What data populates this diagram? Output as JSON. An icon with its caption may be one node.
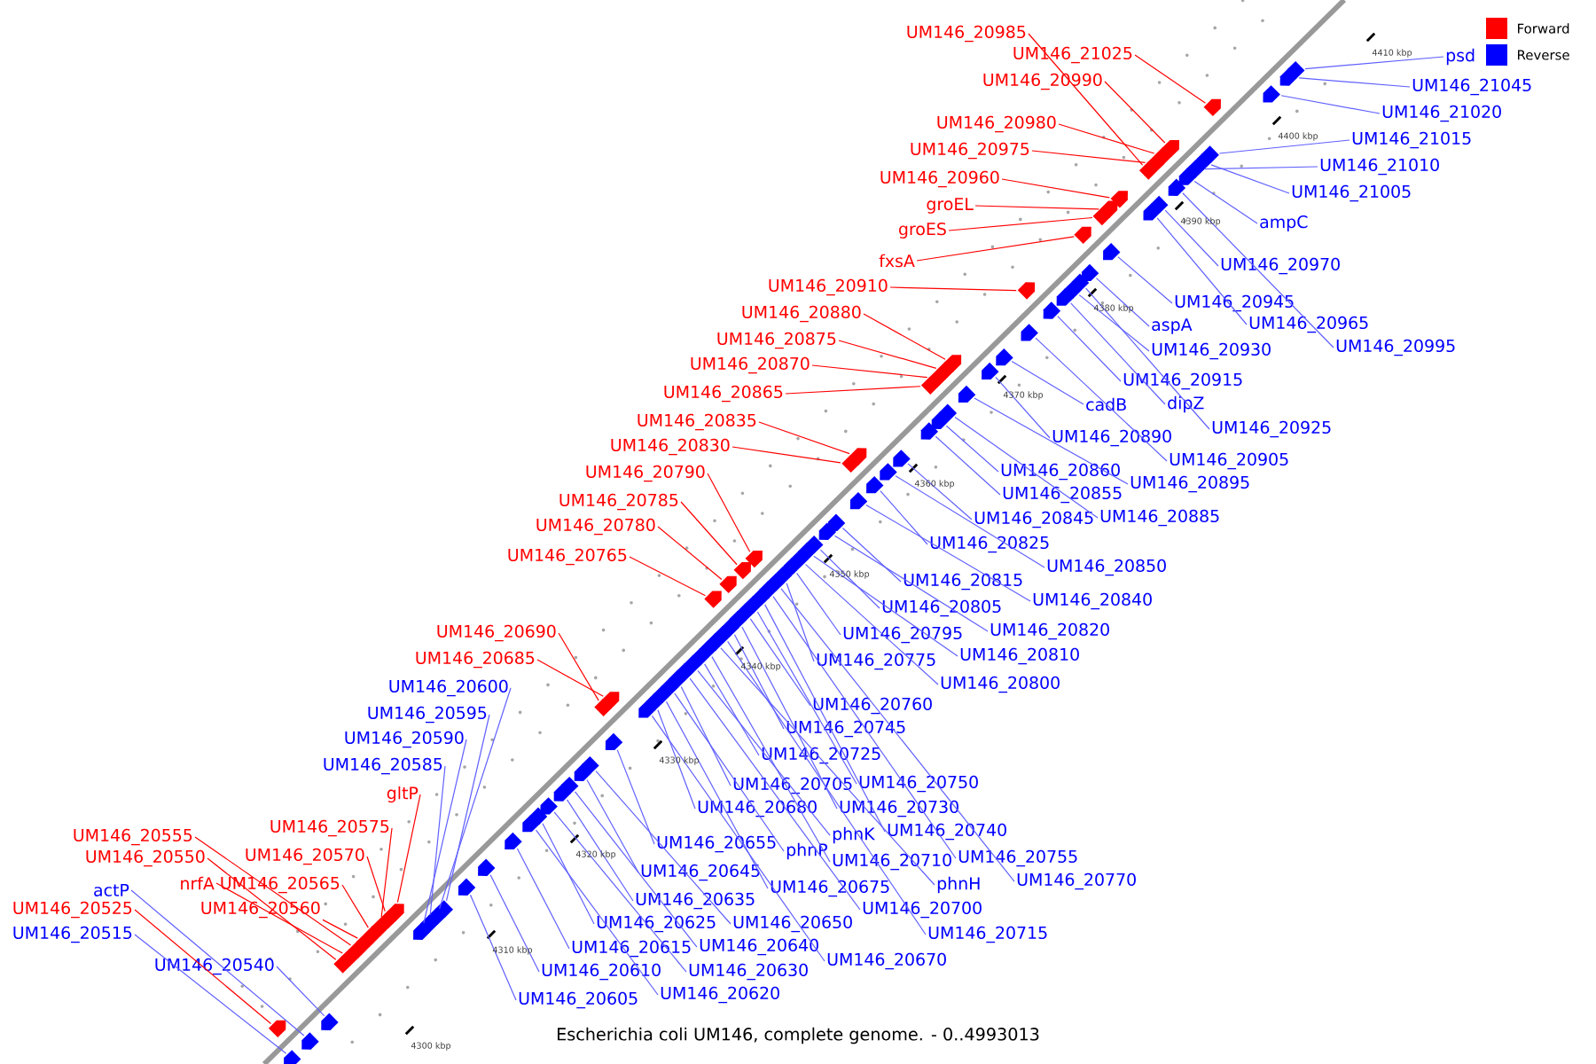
{
  "diagram": {
    "caption": "Escherichia coli UM146, complete genome. - 0..4993013",
    "nodes": [
      {
        "text": [
          "UM146_20985"
        ]
      },
      {
        "text": [
          "UM146_21025"
        ]
      },
      {
        "text": [
          "UM146_20990"
        ]
      },
      {
        "text": [
          "UM146_20980"
        ]
      },
      {
        "text": [
          "UM146_20975"
        ]
      },
      {
        "text": [
          "UM146_20960"
        ]
      },
      {
        "text": [
          "groEL"
        ]
      },
      {
        "text": [
          "groES"
        ]
      },
      {
        "text": [
          "fxsA"
        ]
      },
      {
        "text": [
          "UM146_20910"
        ]
      },
      {
        "text": [
          "UM146_20880"
        ]
      },
      {
        "text": [
          "UM146_20875"
        ]
      },
      {
        "text": [
          "UM146_20870"
        ]
      },
      {
        "text": [
          "UM146_20865"
        ]
      },
      {
        "text": [
          "UM146_20835"
        ]
      },
      {
        "text": [
          "UM146_20830"
        ]
      },
      {
        "text": [
          "UM146_20790"
        ]
      },
      {
        "text": [
          "UM146_20785"
        ]
      },
      {
        "text": [
          "UM146_20780"
        ]
      },
      {
        "text": [
          "UM146_20765"
        ]
      },
      {
        "text": [
          "UM146_20690"
        ]
      },
      {
        "text": [
          "UM146_20685"
        ]
      },
      {
        "text": [
          "UM146_20600"
        ]
      },
      {
        "text": [
          "UM146_20595"
        ]
      },
      {
        "text": [
          "UM146_20590"
        ]
      },
      {
        "text": [
          "UM146_20585"
        ]
      },
      {
        "text": [
          "gltP"
        ]
      },
      {
        "text": [
          "UM146_20575"
        ]
      },
      {
        "text": [
          "UM146_20570"
        ]
      },
      {
        "text": [
          "UM146_20555"
        ]
      },
      {
        "text": [
          "UM146_20550"
        ]
      },
      {
        "text": [
          "nrfA"
        ]
      },
      {
        "text": [
          "UM146_20565"
        ]
      },
      {
        "text": [
          "actP"
        ]
      },
      {
        "text": [
          "UM146_20560"
        ]
      },
      {
        "text": [
          "UM146_20525"
        ]
      },
      {
        "text": [
          "UM146_20515"
        ]
      },
      {
        "text": [
          "UM146_20540"
        ]
      },
      {
        "text": [
          "UM146_20775"
        ]
      },
      {
        "text": [
          "UM146_20760"
        ]
      },
      {
        "text": [
          "UM146_20745"
        ]
      },
      {
        "text": [
          "UM146_20725"
        ]
      },
      {
        "text": [
          "UM146_20750"
        ]
      },
      {
        "text": [
          "UM146_20705"
        ]
      },
      {
        "text": [
          "UM146_20730"
        ]
      },
      {
        "text": [
          "UM146_20680"
        ]
      },
      {
        "text": [
          "phnK"
        ]
      },
      {
        "text": [
          "UM146_20740"
        ]
      },
      {
        "text": [
          "UM146_20655"
        ]
      },
      {
        "text": [
          "phnP"
        ]
      },
      {
        "text": [
          "UM146_20710"
        ]
      },
      {
        "text": [
          "UM146_20755"
        ]
      },
      {
        "text": [
          "phnH"
        ]
      },
      {
        "text": [
          "UM146_20770"
        ]
      },
      {
        "text": [
          "UM146_20645"
        ]
      },
      {
        "text": [
          "UM146_20675"
        ]
      },
      {
        "text": [
          "UM146_20635"
        ]
      },
      {
        "text": [
          "UM146_20700"
        ]
      },
      {
        "text": [
          "UM146_20625"
        ]
      },
      {
        "text": [
          "UM146_20650"
        ]
      },
      {
        "text": [
          "UM146_20715"
        ]
      },
      {
        "text": [
          "UM146_20615"
        ]
      },
      {
        "text": [
          "UM146_20640"
        ]
      },
      {
        "text": [
          "UM146_20670"
        ]
      },
      {
        "text": [
          "UM146_20610"
        ]
      },
      {
        "text": [
          "UM146_20630"
        ]
      },
      {
        "text": [
          "UM146_20620"
        ]
      },
      {
        "text": [
          "UM146_20605"
        ]
      },
      {
        "text": [
          "UM146_20795"
        ]
      },
      {
        "text": [
          "UM146_20805"
        ]
      },
      {
        "text": [
          "UM146_20810"
        ]
      },
      {
        "text": [
          "UM146_20800"
        ]
      },
      {
        "text": [
          "UM146_20815"
        ]
      },
      {
        "text": [
          "UM146_20820"
        ]
      },
      {
        "text": [
          "UM146_20825"
        ]
      },
      {
        "text": [
          "UM146_20840"
        ]
      },
      {
        "text": [
          "UM146_20845"
        ]
      },
      {
        "text": [
          "UM146_20850"
        ]
      },
      {
        "text": [
          "UM146_20855"
        ]
      },
      {
        "text": [
          "UM146_20860"
        ]
      },
      {
        "text": [
          "UM146_20885"
        ]
      },
      {
        "text": [
          "UM146_20895"
        ]
      },
      {
        "text": [
          "UM146_20890"
        ]
      },
      {
        "text": [
          "cadB"
        ]
      },
      {
        "text": [
          "UM146_20905"
        ]
      },
      {
        "text": [
          "UM146_20915"
        ]
      },
      {
        "text": [
          "dipZ"
        ]
      },
      {
        "text": [
          "UM146_20925"
        ]
      },
      {
        "text": [
          "UM146_20930"
        ]
      },
      {
        "text": [
          "aspA"
        ]
      },
      {
        "text": [
          "UM146_20945"
        ]
      },
      {
        "text": [
          "UM146_20965"
        ]
      },
      {
        "text": [
          "UM146_20970"
        ]
      },
      {
        "text": [
          "UM146_20995"
        ]
      },
      {
        "text": [
          "ampC"
        ]
      },
      {
        "text": [
          "UM146_21005"
        ]
      },
      {
        "text": [
          "UM146_21010"
        ]
      },
      {
        "text": [
          "UM146_21015"
        ]
      },
      {
        "text": [
          "UM146_21020"
        ]
      },
      {
        "text": [
          "UM146_21045"
        ]
      },
      {
        "text": [
          "psd"
        ]
      },
      {
        "text": [],
        "shape": "arrow"
      },
      {
        "text": [],
        "shape": "arrow"
      },
      {
        "text": [],
        "shape": "arrow"
      },
      {
        "text": [],
        "shape": "arrow"
      },
      {
        "text": [],
        "shape": "arrow"
      },
      {
        "text": [],
        "shape": "arrow"
      },
      {
        "text": [],
        "shape": "arrow"
      },
      {
        "text": [],
        "shape": "arrow"
      },
      {
        "text": [],
        "shape": "arrow"
      },
      {
        "text": [],
        "shape": "arrow"
      },
      {
        "text": [],
        "shape": "arrow"
      },
      {
        "text": [],
        "shape": "arrow"
      },
      {
        "text": [],
        "shape": "arrow"
      },
      {
        "text": [],
        "shape": "arrow"
      },
      {
        "text": [],
        "shape": "arrow"
      },
      {
        "text": [],
        "shape": "arrow"
      },
      {
        "text": [],
        "shape": "arrow"
      },
      {
        "text": [],
        "shape": "arrow"
      },
      {
        "text": [],
        "shape": "arrow"
      },
      {
        "text": [],
        "shape": "arrow"
      },
      {
        "text": [],
        "shape": "arrow"
      },
      {
        "text": [],
        "shape": "arrow"
      },
      {
        "text": [],
        "shape": "arrow"
      },
      {
        "text": [],
        "shape": "arrow"
      },
      {
        "text": [],
        "shape": "arrow"
      },
      {
        "text": [],
        "shape": "arrow"
      },
      {
        "text": [],
        "shape": "arrow"
      },
      {
        "text": [],
        "shape": "arrow"
      },
      {
        "text": [],
        "shape": "arrow"
      },
      {
        "text": [],
        "shape": "arrow"
      },
      {
        "text": [],
        "shape": "arrow"
      },
      {
        "text": [],
        "shape": "arrow"
      },
      {
        "text": [],
        "shape": "arrow"
      },
      {
        "text": [],
        "shape": "arrow"
      },
      {
        "text": [],
        "shape": "arrow"
      },
      {
        "text": [],
        "shape": "arrow"
      },
      {
        "text": [],
        "shape": "arrow"
      },
      {
        "text": [],
        "shape": "arrow"
      },
      {
        "text": [],
        "shape": "arrow"
      },
      {
        "text": [],
        "shape": "arrow"
      },
      {
        "text": [],
        "shape": "arrow"
      },
      {
        "text": [],
        "shape": "arrow"
      },
      {
        "text": [],
        "shape": "arrow"
      },
      {
        "text": [],
        "shape": "arrow"
      },
      {
        "text": [],
        "shape": "arrow"
      },
      {
        "text": [],
        "shape": "arrow"
      },
      {
        "text": [],
        "shape": "arrow"
      },
      {
        "text": [],
        "shape": "arrow"
      },
      {
        "text": [],
        "shape": "arrow"
      },
      {
        "text": [],
        "shape": "arrow"
      },
      {
        "text": [],
        "shape": "arrow"
      },
      {
        "text": [],
        "shape": "arrow"
      },
      {
        "text": [],
        "shape": "arrow"
      },
      {
        "text": [],
        "shape": "arrow"
      },
      {
        "text": [],
        "shape": "arrow"
      },
      {
        "text": [],
        "shape": "arrow"
      },
      {
        "text": [],
        "shape": "arrow"
      },
      {
        "text": [],
        "shape": "arrow"
      },
      {
        "text": [],
        "shape": "arrow"
      },
      {
        "text": [],
        "shape": "arrow"
      },
      {
        "text": [],
        "shape": "arrow"
      },
      {
        "text": [],
        "shape": "arrow"
      },
      {
        "text": [],
        "shape": "arrow"
      },
      {
        "text": [],
        "shape": "arrow"
      },
      {
        "text": [],
        "shape": "arrow"
      },
      {
        "text": [],
        "shape": "arrow"
      },
      {
        "text": [],
        "shape": "arrow"
      },
      {
        "text": [],
        "shape": "arrow"
      },
      {
        "text": [],
        "shape": "arrow"
      },
      {
        "text": [],
        "shape": "arrow"
      },
      {
        "text": [],
        "shape": "arrow"
      },
      {
        "text": [],
        "shape": "arrow"
      },
      {
        "text": [],
        "shape": "arrow"
      },
      {
        "text": [],
        "shape": "arrow"
      },
      {
        "text": [],
        "shape": "arrow"
      },
      {
        "text": [],
        "shape": "arrow"
      },
      {
        "text": [],
        "shape": "arrow"
      },
      {
        "text": [],
        "shape": "arrow"
      },
      {
        "text": [],
        "shape": "arrow"
      },
      {
        "text": [],
        "shape": "arrow"
      },
      {
        "text": [],
        "shape": "arrow"
      },
      {
        "text": [],
        "shape": "arrow"
      },
      {
        "text": [],
        "shape": "arrow"
      },
      {
        "text": [],
        "shape": "arrow"
      },
      {
        "text": [],
        "shape": "arrow"
      },
      {
        "text": [],
        "shape": "arrow"
      },
      {
        "text": [],
        "shape": "arrow"
      },
      {
        "text": [],
        "shape": "arrow"
      },
      {
        "text": [],
        "shape": "arrow"
      },
      {
        "text": [],
        "shape": "arrow"
      },
      {
        "text": [],
        "shape": "arrow"
      },
      {
        "text": [],
        "shape": "arrow"
      },
      {
        "text": [],
        "shape": "arrow"
      },
      {
        "text": [],
        "shape": "arrow"
      },
      {
        "text": [],
        "shape": "arrow"
      },
      {
        "text": [],
        "shape": "arrow"
      },
      {
        "text": [],
        "shape": "arrow"
      },
      {
        "text": [],
        "shape": "arrow"
      },
      {
        "text": [],
        "shape": "arrow"
      },
      {
        "text": [],
        "shape": "arrow"
      },
      {
        "text": [],
        "shape": "arrow"
      }
    ],
    "edges": [
      {
        "from": 0,
        "to": 101,
        "arrow": "none",
        "color": "#ff0000"
      },
      {
        "from": 1,
        "to": 102,
        "arrow": "none",
        "color": "#ff0000"
      },
      {
        "from": 2,
        "to": 103,
        "arrow": "none",
        "color": "#ff0000"
      },
      {
        "from": 3,
        "to": 104,
        "arrow": "none",
        "color": "#ff0000"
      },
      {
        "from": 4,
        "to": 105,
        "arrow": "none",
        "color": "#ff0000"
      },
      {
        "from": 5,
        "to": 106,
        "arrow": "none",
        "color": "#ff0000"
      },
      {
        "from": 6,
        "to": 107,
        "arrow": "none",
        "color": "#ff0000"
      },
      {
        "from": 7,
        "to": 108,
        "arrow": "none",
        "color": "#ff0000"
      },
      {
        "from": 8,
        "to": 109,
        "arrow": "none",
        "color": "#ff0000"
      },
      {
        "from": 9,
        "to": 110,
        "arrow": "none",
        "color": "#ff0000"
      },
      {
        "from": 10,
        "to": 111,
        "arrow": "none",
        "color": "#ff0000"
      },
      {
        "from": 11,
        "to": 112,
        "arrow": "none",
        "color": "#ff0000"
      },
      {
        "from": 12,
        "to": 113,
        "arrow": "none",
        "color": "#ff0000"
      },
      {
        "from": 13,
        "to": 114,
        "arrow": "none",
        "color": "#ff0000"
      },
      {
        "from": 14,
        "to": 115,
        "arrow": "none",
        "color": "#ff0000"
      },
      {
        "from": 15,
        "to": 116,
        "arrow": "none",
        "color": "#ff0000"
      },
      {
        "from": 16,
        "to": 117,
        "arrow": "none",
        "color": "#ff0000"
      },
      {
        "from": 17,
        "to": 118,
        "arrow": "none",
        "color": "#ff0000"
      },
      {
        "from": 18,
        "to": 119,
        "arrow": "none",
        "color": "#ff0000"
      },
      {
        "from": 19,
        "to": 120,
        "arrow": "none",
        "color": "#ff0000"
      },
      {
        "from": 20,
        "to": 121,
        "arrow": "none",
        "color": "#ff0000"
      },
      {
        "from": 21,
        "to": 122,
        "arrow": "none",
        "color": "#ff0000"
      },
      {
        "from": 22,
        "to": 123,
        "arrow": "none"
      },
      {
        "from": 23,
        "to": 124,
        "arrow": "none"
      },
      {
        "from": 24,
        "to": 125,
        "arrow": "none"
      },
      {
        "from": 25,
        "to": 126,
        "arrow": "none"
      },
      {
        "from": 26,
        "to": 127,
        "arrow": "none",
        "color": "#ff0000"
      },
      {
        "from": 27,
        "to": 128,
        "arrow": "none",
        "color": "#ff0000"
      },
      {
        "from": 28,
        "to": 129,
        "arrow": "none",
        "color": "#ff0000"
      },
      {
        "from": 29,
        "to": 130,
        "arrow": "none",
        "color": "#ff0000"
      },
      {
        "from": 30,
        "to": 131,
        "arrow": "none",
        "color": "#ff0000"
      },
      {
        "from": 31,
        "to": 132,
        "arrow": "none",
        "color": "#ff0000"
      },
      {
        "from": 32,
        "to": 133,
        "arrow": "none",
        "color": "#ff0000"
      },
      {
        "from": 33,
        "to": 134,
        "arrow": "none"
      },
      {
        "from": 34,
        "to": 135,
        "arrow": "none",
        "color": "#ff0000"
      },
      {
        "from": 35,
        "to": 136,
        "arrow": "none",
        "color": "#ff0000"
      },
      {
        "from": 36,
        "to": 137,
        "arrow": "none"
      },
      {
        "from": 37,
        "to": 138,
        "arrow": "none"
      },
      {
        "from": 38,
        "to": 139,
        "arrow": "none"
      },
      {
        "from": 39,
        "to": 140,
        "arrow": "none"
      },
      {
        "from": 40,
        "to": 141,
        "arrow": "none"
      },
      {
        "from": 41,
        "to": 142,
        "arrow": "none"
      },
      {
        "from": 42,
        "to": 143,
        "arrow": "none"
      },
      {
        "from": 43,
        "to": 144,
        "arrow": "none"
      },
      {
        "from": 44,
        "to": 145,
        "arrow": "none"
      },
      {
        "from": 45,
        "to": 146,
        "arrow": "none"
      },
      {
        "from": 46,
        "to": 147,
        "arrow": "none"
      },
      {
        "from": 47,
        "to": 148,
        "arrow": "none"
      },
      {
        "from": 48,
        "to": 149,
        "arrow": "none"
      },
      {
        "from": 49,
        "to": 150,
        "arrow": "none"
      },
      {
        "from": 50,
        "to": 151,
        "arrow": "none"
      },
      {
        "from": 51,
        "to": 152,
        "arrow": "none"
      },
      {
        "from": 52,
        "to": 153,
        "arrow": "none"
      },
      {
        "from": 53,
        "to": 154,
        "arrow": "none"
      },
      {
        "from": 54,
        "to": 155,
        "arrow": "none"
      },
      {
        "from": 55,
        "to": 156,
        "arrow": "none"
      },
      {
        "from": 56,
        "to": 157,
        "arrow": "none"
      },
      {
        "from": 57,
        "to": 158,
        "arrow": "none"
      },
      {
        "from": 58,
        "to": 159,
        "arrow": "none"
      },
      {
        "from": 59,
        "to": 160,
        "arrow": "none"
      },
      {
        "from": 60,
        "to": 161,
        "arrow": "none"
      },
      {
        "from": 61,
        "to": 162,
        "arrow": "none"
      },
      {
        "from": 62,
        "to": 163,
        "arrow": "none"
      },
      {
        "from": 63,
        "to": 164,
        "arrow": "none"
      },
      {
        "from": 64,
        "to": 165,
        "arrow": "none"
      },
      {
        "from": 65,
        "to": 166,
        "arrow": "none"
      },
      {
        "from": 66,
        "to": 167,
        "arrow": "none"
      },
      {
        "from": 67,
        "to": 168,
        "arrow": "none"
      },
      {
        "from": 68,
        "to": 169,
        "arrow": "none"
      },
      {
        "from": 69,
        "to": 170,
        "arrow": "none"
      },
      {
        "from": 70,
        "to": 171,
        "arrow": "none"
      },
      {
        "from": 71,
        "to": 172,
        "arrow": "none"
      },
      {
        "from": 72,
        "to": 173,
        "arrow": "none"
      },
      {
        "from": 73,
        "to": 174,
        "arrow": "none"
      },
      {
        "from": 74,
        "to": 175,
        "arrow": "none"
      },
      {
        "from": 75,
        "to": 176,
        "arrow": "none"
      },
      {
        "from": 76,
        "to": 177,
        "arrow": "none"
      },
      {
        "from": 77,
        "to": 178,
        "arrow": "none"
      },
      {
        "from": 78,
        "to": 179,
        "arrow": "none"
      },
      {
        "from": 79,
        "to": 180,
        "arrow": "none"
      },
      {
        "from": 80,
        "to": 181,
        "arrow": "none"
      },
      {
        "from": 81,
        "to": 182,
        "arrow": "none"
      },
      {
        "from": 82,
        "to": 183,
        "arrow": "none"
      },
      {
        "from": 83,
        "to": 184,
        "arrow": "none"
      },
      {
        "from": 84,
        "to": 185,
        "arrow": "none"
      },
      {
        "from": 85,
        "to": 186,
        "arrow": "none"
      },
      {
        "from": 86,
        "to": 187,
        "arrow": "none"
      },
      {
        "from": 87,
        "to": 188,
        "arrow": "none"
      },
      {
        "from": 88,
        "to": 189,
        "arrow": "none"
      },
      {
        "from": 89,
        "to": 190,
        "arrow": "none"
      },
      {
        "from": 90,
        "to": 191,
        "arrow": "none"
      },
      {
        "from": 91,
        "to": 192,
        "arrow": "none"
      },
      {
        "from": 92,
        "to": 193,
        "arrow": "none"
      },
      {
        "from": 93,
        "to": 194,
        "arrow": "none"
      },
      {
        "from": 94,
        "to": 195,
        "arrow": "none"
      },
      {
        "from": 95,
        "to": 196,
        "arrow": "none"
      },
      {
        "from": 96,
        "to": 197,
        "arrow": "none"
      },
      {
        "from": 97,
        "to": 198,
        "arrow": "none"
      },
      {
        "from": 98,
        "to": 199,
        "arrow": "none"
      },
      {
        "from": 99,
        "to": 200,
        "arrow": "none"
      },
      {
        "from": 100,
        "to": 201,
        "arrow": "none"
      }
    ],
    "labels": [
      "4410 kbp",
      "4400 kbp",
      "4390 kbp",
      "4380 kbp",
      "4370 kbp",
      "4360 kbp",
      "4350 kbp",
      "4340 kbp",
      "4330 kbp",
      "4320 kbp",
      "4310 kbp",
      "4300 kbp"
    ],
    "legend": [
      {
        "text": "Forward",
        "color": "#ff0000"
      },
      {
        "text": "Reverse",
        "color": "#0000ff"
      }
    ]
  }
}
